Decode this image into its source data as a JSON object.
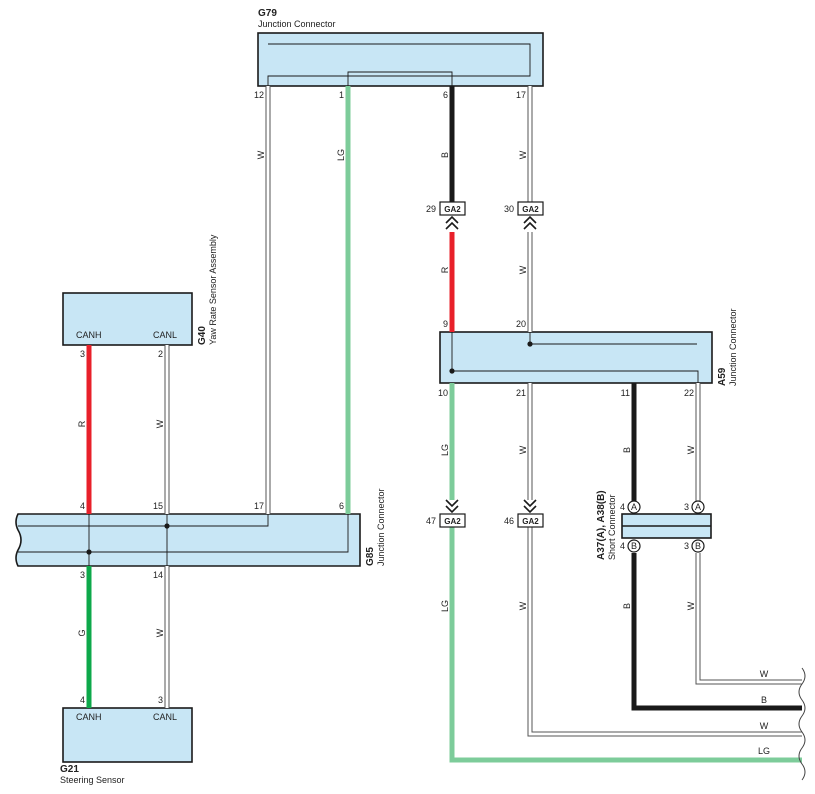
{
  "components": {
    "g79": {
      "code": "G79",
      "desc": "Junction Connector",
      "pins": {
        "p12": "12",
        "p1": "1",
        "p6": "6",
        "p17": "17"
      }
    },
    "g40": {
      "code": "G40",
      "desc": "Yaw Rate Sensor Assembly",
      "canh": "CANH",
      "canl": "CANL",
      "pins": {
        "p3": "3",
        "p2": "2"
      }
    },
    "g85": {
      "code": "G85",
      "desc": "Junction Connector",
      "pins": {
        "p4": "4",
        "p15": "15",
        "p17": "17",
        "p6": "6",
        "p3": "3",
        "p14": "14"
      }
    },
    "g21": {
      "code": "G21",
      "desc": "Steering Sensor",
      "canh": "CANH",
      "canl": "CANL",
      "pins": {
        "p4": "4",
        "p3": "3"
      }
    },
    "a59": {
      "code": "A59",
      "desc": "Junction Connector",
      "pins": {
        "p9": "9",
        "p20": "20",
        "p10": "10",
        "p21": "21",
        "p11": "11",
        "p22": "22"
      }
    },
    "a37": {
      "code": "A37(A), A38(B)",
      "desc": "Short Connector",
      "pins": {
        "p4a": "4",
        "p3a": "3",
        "p4b": "4",
        "p3b": "3"
      },
      "term_a": "A",
      "term_b": "B"
    }
  },
  "connectors": {
    "ga2_29": {
      "pin": "29",
      "label": "GA2"
    },
    "ga2_30": {
      "pin": "30",
      "label": "GA2"
    },
    "ga2_47": {
      "pin": "47",
      "label": "GA2"
    },
    "ga2_46": {
      "pin": "46",
      "label": "GA2"
    }
  },
  "wire_labels": {
    "g79_12": "W",
    "g79_1": "LG",
    "g79_6": "B",
    "g79_17": "W",
    "ga2_r": "R",
    "ga2_w": "W",
    "g40_r": "R",
    "g40_w": "W",
    "g21_g": "G",
    "g21_w": "W",
    "a59_lg": "LG",
    "a59_w": "W",
    "a59_b": "B",
    "a59_w2": "W",
    "lower_lg": "LG",
    "lower_w": "W",
    "short_b": "B",
    "short_w": "W",
    "out_w1": "W",
    "out_b": "B",
    "out_w2": "W",
    "out_lg": "LG"
  },
  "colors": {
    "white_wire": "#ffffff",
    "light_green": "#7dcc9a",
    "black": "#1a1a1a",
    "red": "#e8202a",
    "green": "#0da84a",
    "box_fill": "#c8e6f5"
  }
}
